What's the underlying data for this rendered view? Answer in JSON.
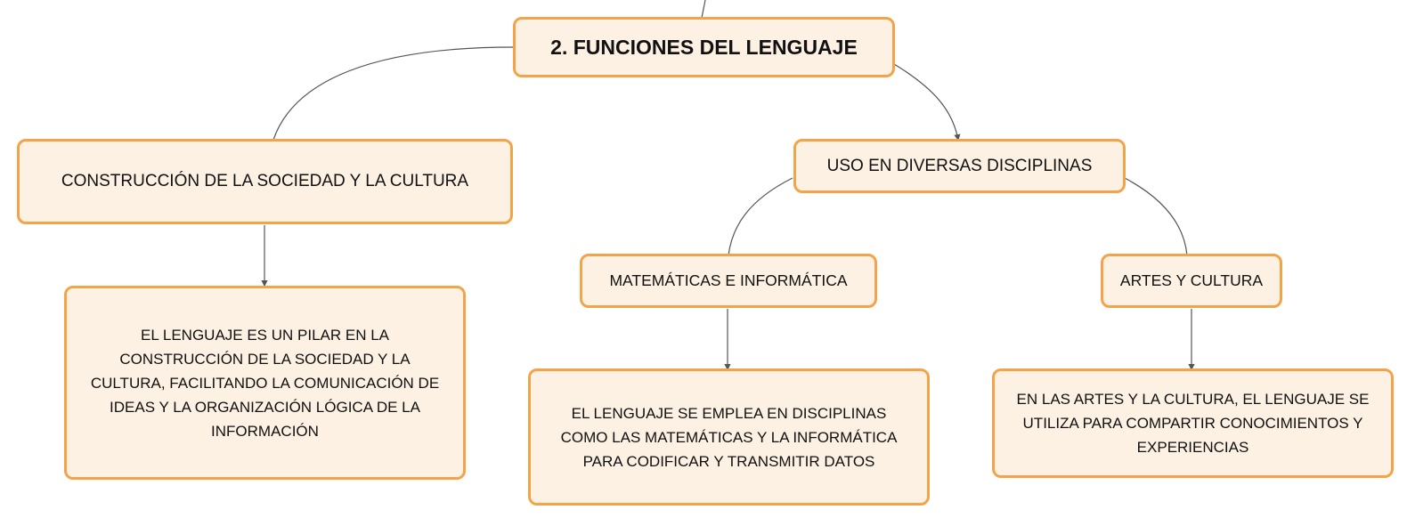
{
  "diagram": {
    "root": {
      "title": "2. FUNCIONES DEL LENGUAJE"
    },
    "branch_society": {
      "title": "CONSTRUCCIÓN DE LA SOCIEDAD Y LA CULTURA",
      "description": "EL LENGUAJE ES UN PILAR EN LA CONSTRUCCIÓN DE LA SOCIEDAD Y LA CULTURA, FACILITANDO LA COMUNICACIÓN DE IDEAS Y LA ORGANIZACIÓN LÓGICA DE LA INFORMACIÓN"
    },
    "branch_disciplines": {
      "title": "USO EN DIVERSAS DISCIPLINAS",
      "math": {
        "title": "MATEMÁTICAS E INFORMÁTICA",
        "description": "EL LENGUAJE SE EMPLEA EN DISCIPLINAS COMO LAS MATEMÁTICAS Y LA INFORMÁTICA PARA CODIFICAR Y TRANSMITIR DATOS"
      },
      "arts": {
        "title": "ARTES Y CULTURA",
        "description": "EN LAS ARTES Y LA CULTURA, EL LENGUAJE SE UTILIZA PARA COMPARTIR CONOCIMIENTOS Y EXPERIENCIAS"
      }
    },
    "colors": {
      "node_fill": "#fdf1e3",
      "node_border": "#f3a44a",
      "connector": "#555555",
      "text": "#111111"
    }
  }
}
